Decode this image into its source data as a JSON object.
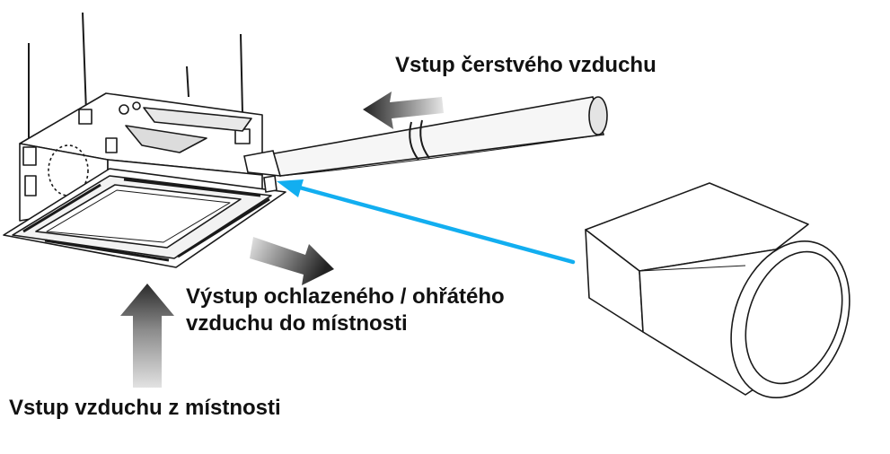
{
  "labels": {
    "fresh_air_inlet": "Vstup čerstvého vzduchu",
    "outlet_line1": "Výstup ochlazeného / ohřátého",
    "outlet_line2": "vzduchu do místnosti",
    "room_air_inlet": "Vstup vzduchu z místnosti"
  },
  "colors": {
    "line_art": "#1a1a1a",
    "pointer_arrow": "#12aef0",
    "airflow_arrow_dark": "#2a2a2a",
    "airflow_arrow_light": "#d9d9d9"
  },
  "icons": {
    "unit": "cassette-ac-unit-drawing",
    "duct": "fresh-air-duct-drawing",
    "adapter": "duct-adapter-drawing"
  }
}
